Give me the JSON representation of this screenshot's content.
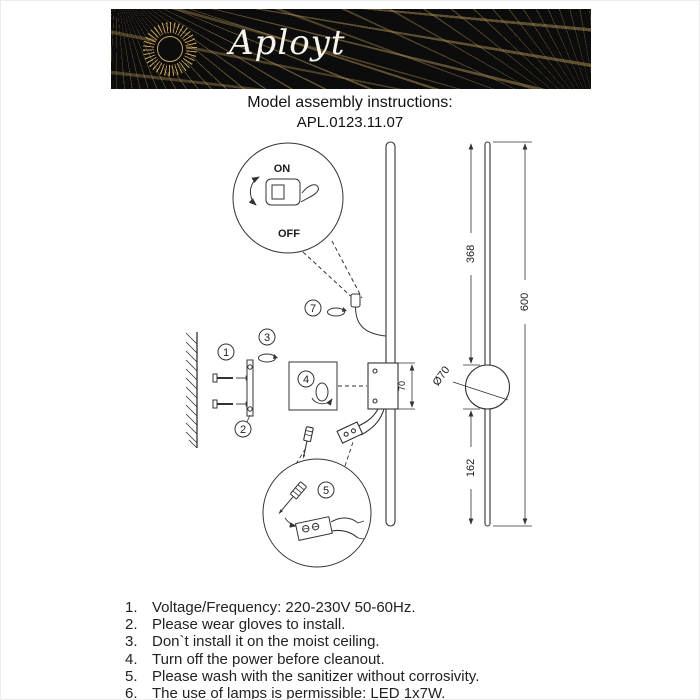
{
  "brand": {
    "name": "Aployt"
  },
  "header": {
    "title": "Model assembly instructions:",
    "model": "APL.0123.11.07"
  },
  "diagram": {
    "on_label": "ON",
    "off_label": "OFF",
    "balloons": {
      "b1": "1",
      "b2": "2",
      "b3": "3",
      "b4": "4",
      "b5": "5",
      "b7": "7"
    },
    "dims": {
      "d368": "368",
      "d600": "600",
      "d162": "162",
      "dia": "Ø70",
      "box70": "70"
    },
    "colors": {
      "line": "#333333",
      "accent_gold": "#c9a55c",
      "banner_bg": "#0c0c0c"
    }
  },
  "instructions": {
    "items": [
      {
        "num": "1.",
        "text": "Voltage/Frequency: 220-230V 50-60Hz."
      },
      {
        "num": "2.",
        "text": "Please wear gloves to install."
      },
      {
        "num": "3.",
        "text": "Don`t install it on the moist ceiling."
      },
      {
        "num": "4.",
        "text": "Turn off the power before cleanout."
      },
      {
        "num": "5.",
        "text": "Please wash with the sanitizer without corrosivity."
      },
      {
        "num": "6.",
        "text": "The use of lamps is permissible: LED 1x7W."
      }
    ]
  }
}
